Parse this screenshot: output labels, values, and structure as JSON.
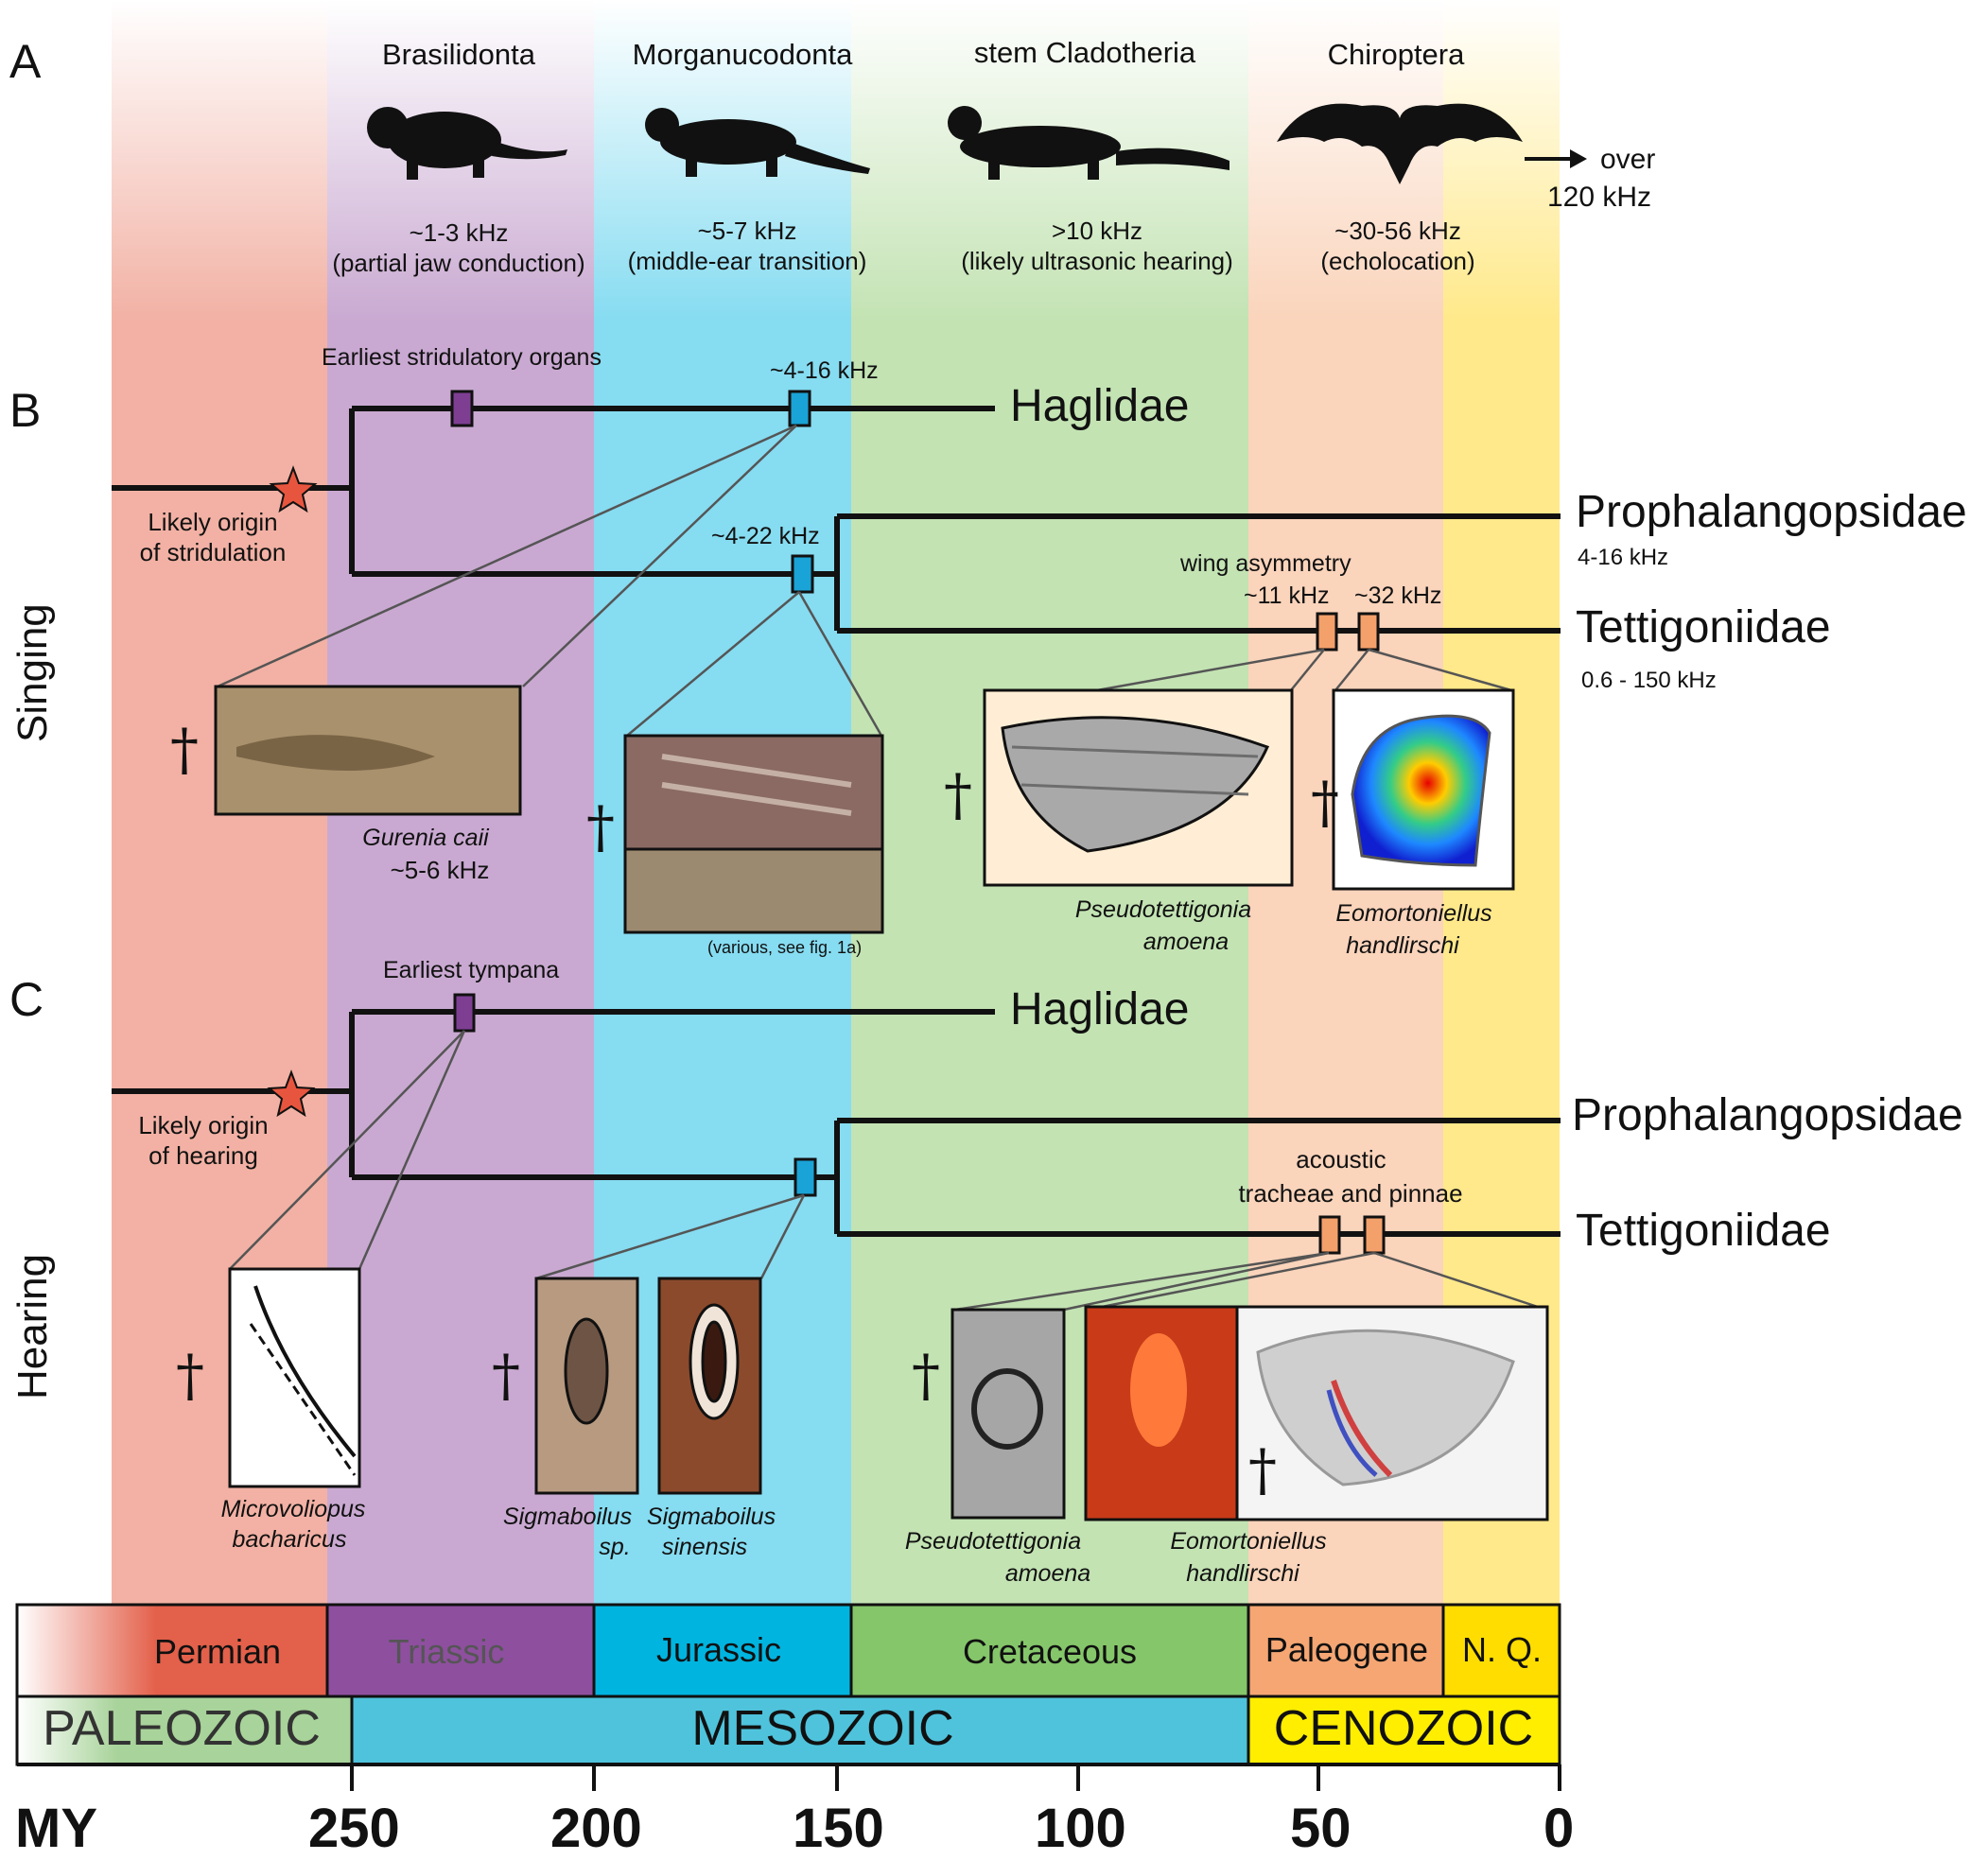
{
  "panels": {
    "a": "A",
    "b": "B",
    "c": "C"
  },
  "side_labels": {
    "singing": "Singing",
    "hearing": "Hearing"
  },
  "panel_a": {
    "animals": [
      {
        "name": "Brasilidonta",
        "freq": "~1-3 kHz",
        "note": "(partial jaw conduction)",
        "icon": "mammal-silhouette-icon"
      },
      {
        "name": "Morganucodonta",
        "freq": "~5-7 kHz",
        "note": "(middle-ear transition)",
        "icon": "mammal-silhouette-icon"
      },
      {
        "name": "stem Cladotheria",
        "freq": ">10 kHz",
        "note": "(likely ultrasonic hearing)",
        "icon": "mammal-silhouette-icon"
      },
      {
        "name": "Chiroptera",
        "freq": "~30-56 kHz",
        "note": "(echolocation)",
        "icon": "bat-silhouette-icon"
      }
    ],
    "over_line1": "over",
    "over_line2": "120 kHz"
  },
  "panel_b": {
    "origin_line1": "Likely origin",
    "origin_line2": "of stridulation",
    "earliest": "Earliest stridulatory organs",
    "freq_hag": "~4-16 kHz",
    "freq_node": "~4-22 kHz",
    "wing_asym": "wing asymmetry",
    "freq_11": "~11 kHz",
    "freq_32": "~32 kHz",
    "taxa": {
      "haglidae": "Haglidae",
      "proph": "Prophalangopsidae",
      "tett": "Tettigoniidae"
    },
    "proph_range": "4-16 kHz",
    "tett_range": "0.6 - 150 kHz",
    "fossils": {
      "gurenia_name": "Gurenia caii",
      "gurenia_freq": "~5-6 kHz",
      "various": "(various, see fig. 1a)",
      "pseudo_1": "Pseudotettigonia",
      "pseudo_2": "amoena",
      "eomort_1": "Eomortoniellus",
      "eomort_2": "handlirschi"
    }
  },
  "panel_c": {
    "origin_line1": "Likely origin",
    "origin_line2": "of hearing",
    "earliest": "Earliest tympana",
    "acoustic_1": "acoustic",
    "acoustic_2": "tracheae and pinnae",
    "taxa": {
      "haglidae": "Haglidae",
      "proph": "Prophalangopsidae",
      "tett": "Tettigoniidae"
    },
    "fossils": {
      "micro_1": "Microvoliopus",
      "micro_2": "bacharicus",
      "sigma1_1": "Sigmaboilus",
      "sigma1_2": "sp.",
      "sigma2_1": "Sigmaboilus",
      "sigma2_2": "sinensis",
      "pseudo_1": "Pseudotettigonia",
      "pseudo_2": "amoena",
      "eomort_1": "Eomortoniellus",
      "eomort_2": "handlirschi"
    }
  },
  "dagger": "†",
  "timescale": {
    "periods": [
      {
        "name": "Permian",
        "color": "#e3604a"
      },
      {
        "name": "Triassic",
        "color": "#8e4f9f"
      },
      {
        "name": "Jurassic",
        "color": "#00b4e0"
      },
      {
        "name": "Cretaceous",
        "color": "#85c66a"
      },
      {
        "name": "Paleogene",
        "color": "#f5a673"
      },
      {
        "name": "N. Q.",
        "color": "#ffdd00"
      }
    ],
    "eras": [
      {
        "name": "PALEOZOIC",
        "color": "#a8d39a"
      },
      {
        "name": "MESOZOIC",
        "color": "#4fc3dc"
      },
      {
        "name": "CENOZOIC",
        "color": "#ffee00"
      }
    ],
    "axis_label": "MY",
    "ticks": [
      "250",
      "200",
      "150",
      "100",
      "50",
      "0"
    ]
  },
  "colors": {
    "permian_band": "#f2b1a4",
    "triassic_band": "#c9a9d1",
    "jurassic_band": "#86dcf1",
    "cretaceous_band": "#c3e3b3",
    "paleogene_band": "#fad4bb",
    "nq_band": "#ffe98a",
    "star": "#e8553e",
    "marker_purple": "#7e3f93",
    "marker_blue": "#1aa3d6",
    "marker_orange": "#f4a06a"
  }
}
